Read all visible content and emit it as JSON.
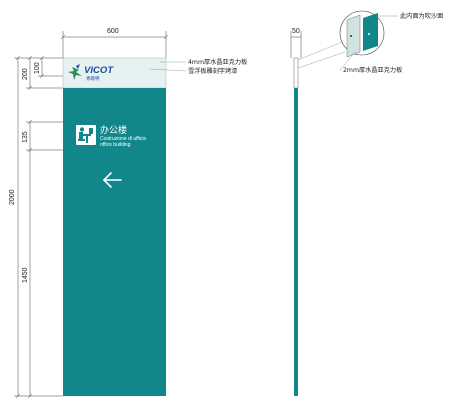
{
  "dimensions": {
    "width_top": "600",
    "side_width": "50",
    "overall_height": "2000",
    "h_200": "200",
    "h_100": "100",
    "h_135": "135",
    "h_1450": "1450"
  },
  "sign": {
    "logo_text": "VICOT",
    "logo_cn": "青蛾特",
    "title_cn": "办公楼",
    "title_it": "Costruzione di ufficio",
    "title_en": "office building",
    "arrow": "left-arrow-icon"
  },
  "annotations": {
    "acrylic_4mm": "4mm厚水晶亚克力板",
    "foam_board": "雪浮板雕刻字烤漆",
    "acrylic_2mm": "2mm厚水晶亚克力板",
    "sandblast": "此内面为吹沙面"
  },
  "colors": {
    "panel_teal": "#12878b",
    "logo_green": "#2e8b57",
    "logo_blue": "#1a4fa0",
    "top_panel": "#e6f2f2"
  }
}
